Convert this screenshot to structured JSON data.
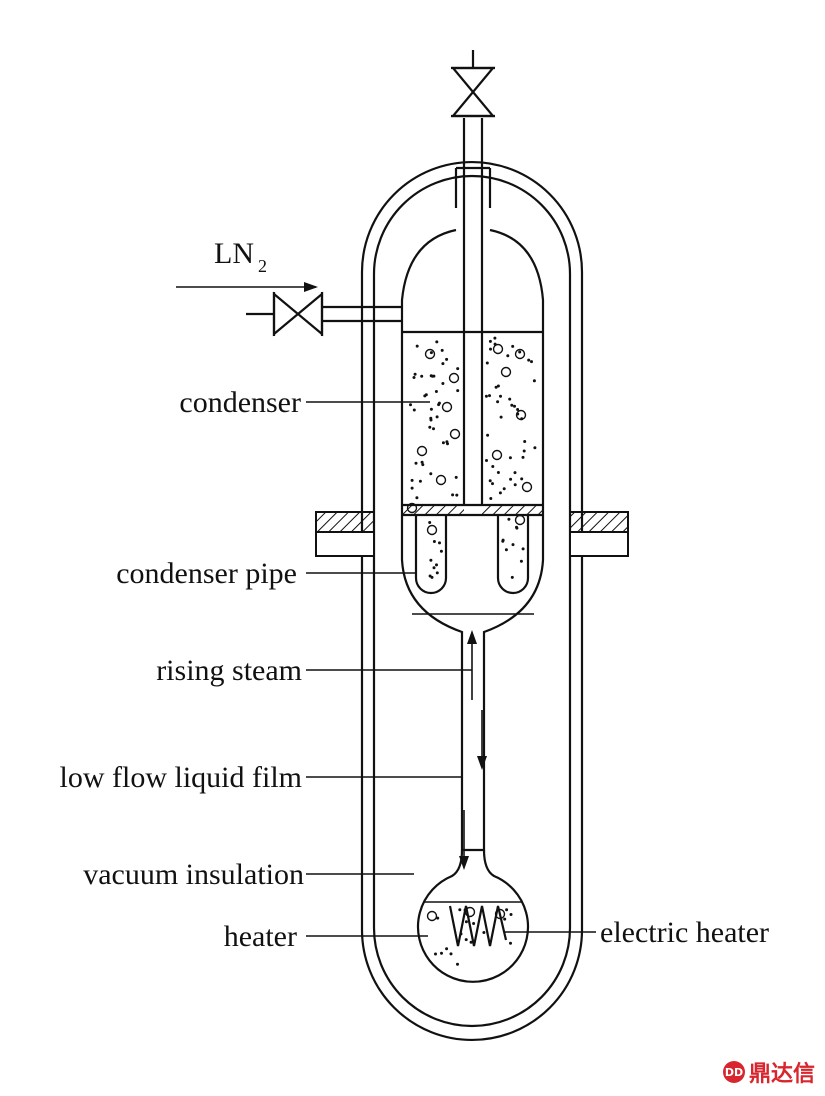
{
  "labels": {
    "ln2_main": "LN",
    "ln2_sub": "2",
    "condenser": "condenser",
    "condenser_pipe": "condenser pipe",
    "rising_steam": "rising steam",
    "low_flow_liquid_film": "low flow liquid film",
    "vacuum_insulation": "vacuum insulation",
    "heater": "heater",
    "electric_heater": "electric heater"
  },
  "watermark": {
    "text": "鼎达信",
    "logo_text": "DD",
    "color": "#d8262e"
  }
}
